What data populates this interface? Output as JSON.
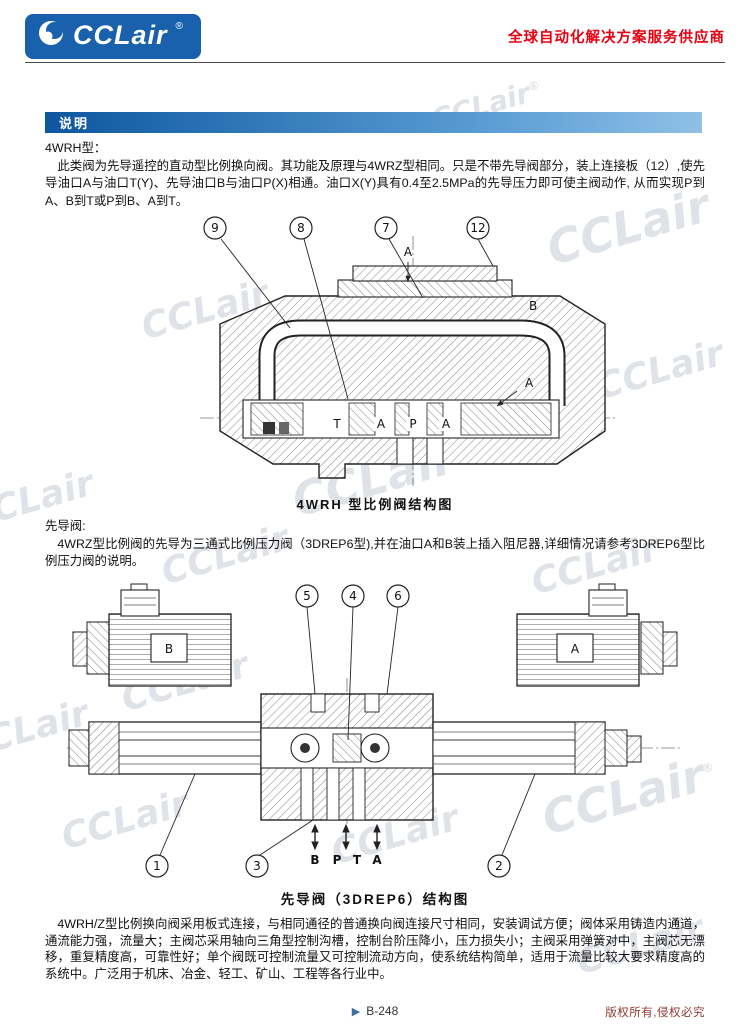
{
  "header": {
    "logo": "CCLair",
    "reg": "®",
    "tagline": "全球自动化解决方案服务供应商"
  },
  "section_title": "说明",
  "content": {
    "para1_title": "4WRH型：",
    "para1_body": "此类阀为先导遥控的直动型比例换向阀。其功能及原理与4WRZ型相同。只是不带先导阀部分，装上连接板（12）,使先导油口A与油口T(Y)、先导油口B与油口P(X)相通。油口X(Y)具有0.4至2.5MPa的先导压力即可使主阀动作, 从而实现P到A、B到T或P到B、A到T。",
    "fig1_caption": "4WRH 型比例阀结构图",
    "para2_title": "先导阀:",
    "para2_body": "4WRZ型比例阀的先导为三通式比例压力阀（3DREP6型),并在油口A和B装上插入阻尼器,详细情况请参考3DREP6型比例压力阀的说明。",
    "fig2_caption": "先导阀（3DREP6）结构图",
    "para3": "4WRH/Z型比例换向阀采用板式连接，与相同通径的普通换向阀连接尺寸相同，安装调试方便；阀体采用铸造内通道，通流能力强，流量大；主阀芯采用轴向三角型控制沟槽，控制台阶压降小，压力损失小；主阀采用弹簧对中，主阀芯无漂移，重复精度高，可靠性好；单个阀既可控制流量又可控制流动方向，使系统结构简单，适用于流量比较大要求精度高的系统中。广泛用于机床、冶金、轻工、矿山、工程等各行业中。"
  },
  "fig1": {
    "callouts": [
      "9",
      "8",
      "7",
      "12"
    ],
    "section_label": "A",
    "port_b": "B",
    "ports": [
      "T",
      "A",
      "P",
      "A"
    ]
  },
  "fig2": {
    "callouts_top": [
      "5",
      "4",
      "6"
    ],
    "callouts_bottom": [
      "1",
      "3",
      "2"
    ],
    "coil_left": "B",
    "coil_right": "A",
    "ports": [
      "B",
      "P",
      "T",
      "A"
    ]
  },
  "footer": {
    "marker": "▶",
    "page": "B-248",
    "copyright": "版权所有,侵权必究"
  },
  "watermark": {
    "text": "CCLair",
    "reg": "®"
  },
  "colors": {
    "logo_blue": "#1a61ad",
    "tagline_red": "#e60012",
    "bar_blue": "#0d57a0",
    "copyright_red": "#8d3a2f"
  }
}
